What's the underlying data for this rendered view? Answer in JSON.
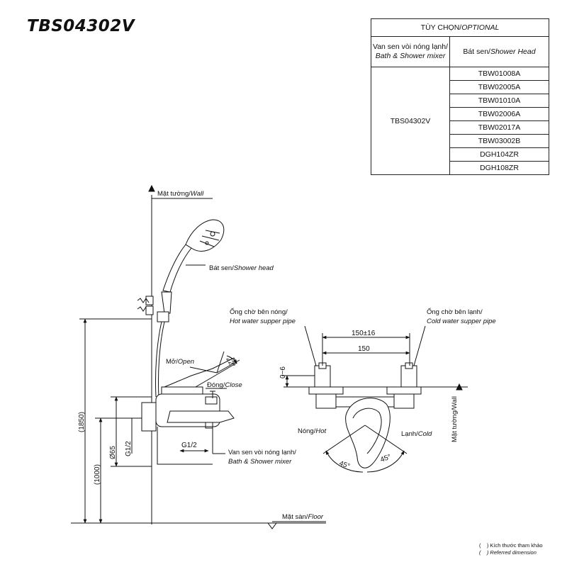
{
  "model": "TBS04302V",
  "options_table": {
    "title_vn": "TÙY CHỌN/",
    "title_en": "OPTIONAL",
    "col1_header_vn": "Van sen vòi nóng lạnh/",
    "col1_header_en": "Bath & Shower mixer",
    "col2_header_vn": "Bát sen/",
    "col2_header_en": "Shower Head",
    "mixer_model": "TBS04302V",
    "shower_heads": [
      "TBW01008A",
      "TBW02005A",
      "TBW01010A",
      "TBW02006A",
      "TBW02017A",
      "TBW03002B",
      "DGH104ZR",
      "DGH108ZR"
    ]
  },
  "labels": {
    "wall_vn": "Mặt tường/",
    "wall_en": "Wall",
    "shower_head_vn": "Bát sen/",
    "shower_head_en": "Shower head",
    "open_vn": "Mở/",
    "open_en": "Open",
    "close_vn": "Đóng/",
    "close_en": "Close",
    "mixer_vn": "Van sen vòi nóng lạnh/",
    "mixer_en": "Bath & Shower mixer",
    "floor_vn": "Mặt sàn/",
    "floor_en": "Floor",
    "hot_pipe_vn": "Ống chờ bên nóng/",
    "hot_pipe_en": "Hot water supper pipe",
    "cold_pipe_vn": "Ống chờ bên lạnh/",
    "cold_pipe_en": "Cold water supper pipe",
    "hot_vn": "Nóng/",
    "hot_en": "Hot",
    "cold_vn": "Lạnh/",
    "cold_en": "Cold",
    "wall_right": "Mặt tường/Wall"
  },
  "dimensions": {
    "height_total": "(1850)",
    "height_mixer": "(1000)",
    "d65": "Ø65",
    "g_half_left": "G1/2",
    "g_half_bottom": "G1/2",
    "angle_lever": "22°",
    "span_adj": "150±16",
    "span": "150",
    "offset": "0~6",
    "angle_left": "45°",
    "angle_right": "45°"
  },
  "footnote": {
    "line1_prefix": "(",
    "line1_text": ") Kích thước tham khảo",
    "line2_prefix": "(",
    "line2_text": ") Referred dimension"
  }
}
